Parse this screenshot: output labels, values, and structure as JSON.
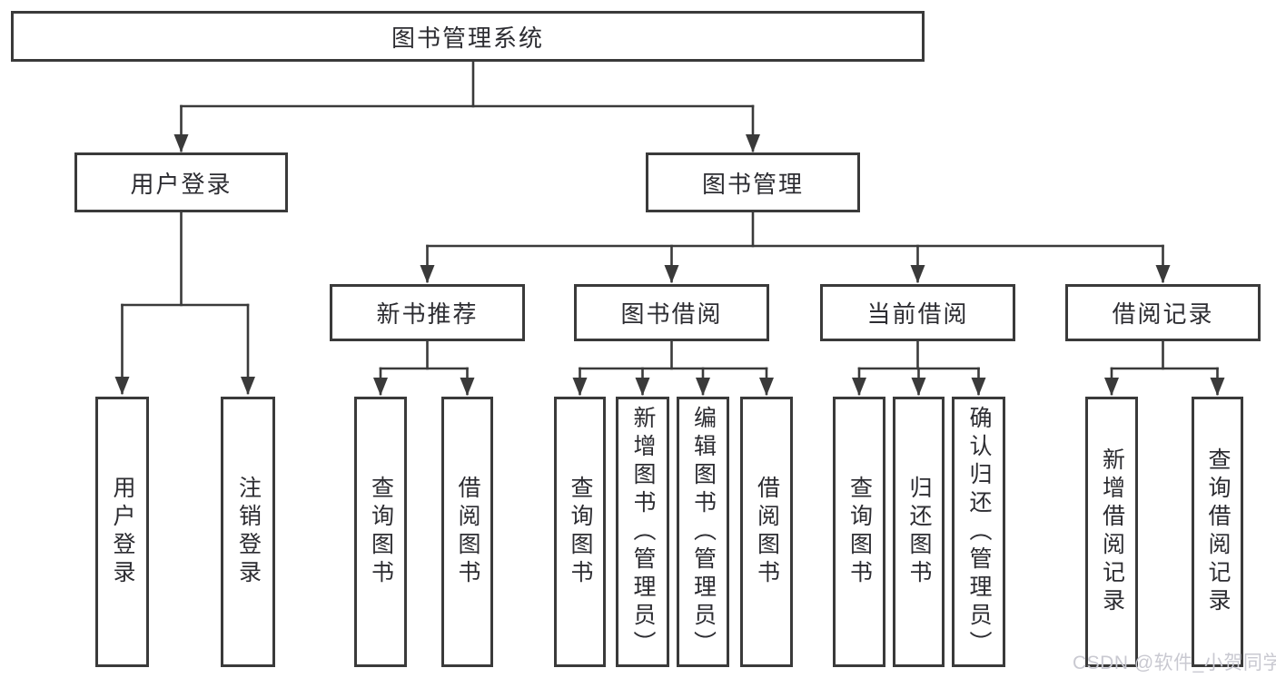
{
  "tree": {
    "root": {
      "label": "图书管理系统",
      "children": [
        {
          "label": "用户登录",
          "children": [
            {
              "label": "用户登录"
            },
            {
              "label": "注销登录"
            }
          ]
        },
        {
          "label": "图书管理",
          "children": [
            {
              "label": "新书推荐",
              "children": [
                {
                  "label": "查询图书"
                },
                {
                  "label": "借阅图书"
                }
              ]
            },
            {
              "label": "图书借阅",
              "children": [
                {
                  "label": "查询图书"
                },
                {
                  "label": "新增图书（管理员）"
                },
                {
                  "label": "编辑图书（管理员）"
                },
                {
                  "label": "借阅图书"
                }
              ]
            },
            {
              "label": "当前借阅",
              "children": [
                {
                  "label": "查询图书"
                },
                {
                  "label": "归还图书"
                },
                {
                  "label": "确认归还（管理员）"
                }
              ]
            },
            {
              "label": "借阅记录",
              "children": [
                {
                  "label": "新增借阅记录"
                },
                {
                  "label": "查询借阅记录"
                }
              ]
            }
          ]
        }
      ]
    }
  },
  "watermark": "CSDN @软件_小贺同学",
  "colors": {
    "line": "#3a3a3a",
    "text": "#2c2c31",
    "box_fill": "#ffffff",
    "watermark": "#c9c9d1",
    "background": "#ffffff"
  }
}
